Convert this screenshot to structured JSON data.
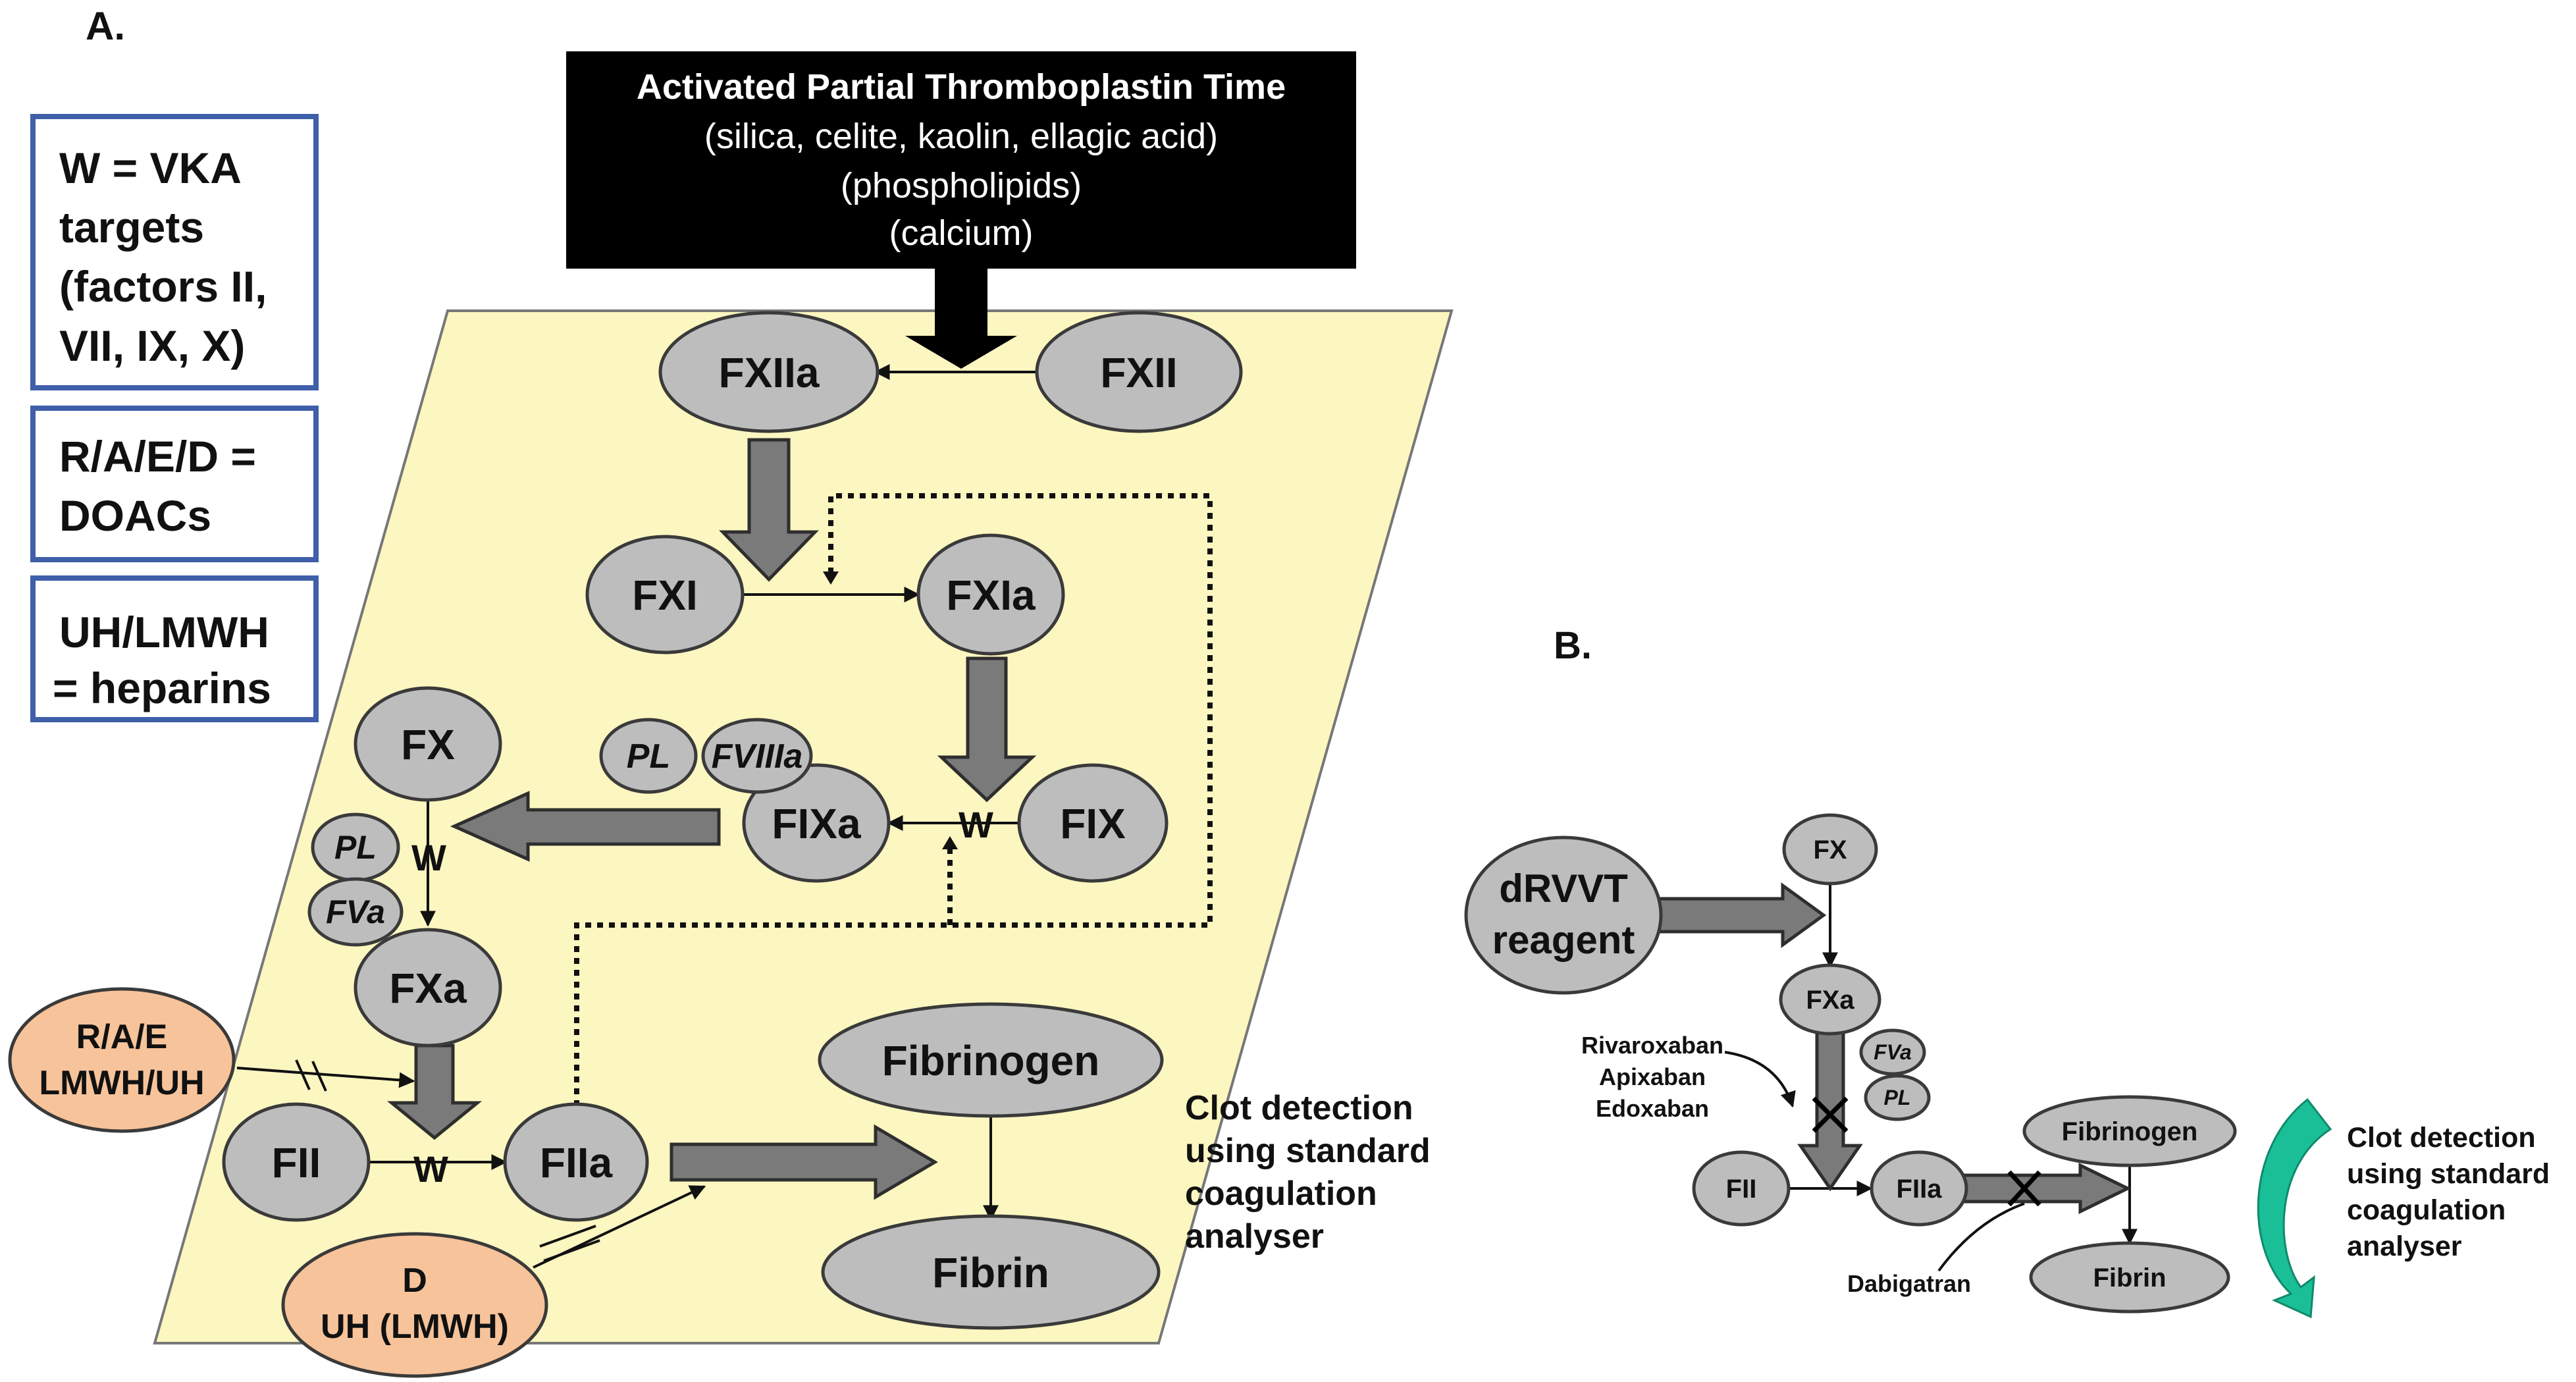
{
  "panel_a": {
    "label": "A.",
    "legend": [
      [
        "W = VKA",
        "targets",
        "(factors II,",
        "VII, IX, X)"
      ],
      [
        "R/A/E/D =",
        "DOACs"
      ],
      [
        "UH/LMWH",
        "= heparins"
      ]
    ],
    "reagent_box": {
      "title": "Activated Partial Thromboplastin Time",
      "lines": [
        "(silica, celite, kaolin, ellagic acid)",
        "(phospholipids)",
        "(calcium)"
      ]
    },
    "nodes": {
      "fxiia": "FXIIa",
      "fxii": "FXII",
      "fxi": "FXI",
      "fxia": "FXIa",
      "fx": "FX",
      "fixa": "FIXa",
      "fix": "FIX",
      "fxa": "FXa",
      "fii": "FII",
      "fiia": "FIIa",
      "fibrinogen": "Fibrinogen",
      "fibrin": "Fibrin",
      "pl1": "PL",
      "fviiia": "FVIIIa",
      "pl2": "PL",
      "fva": "FVa"
    },
    "w_marks": [
      "W",
      "W",
      "W"
    ],
    "drugs": {
      "rae": [
        "R/A/E",
        "LMWH/UH"
      ],
      "d": [
        "D",
        "UH (LMWH)"
      ]
    },
    "clot_text": [
      "Clot detection",
      "using standard",
      "coagulation",
      "analyser"
    ]
  },
  "panel_b": {
    "label": "B.",
    "reagent": [
      "dRVVT",
      "reagent"
    ],
    "nodes": {
      "fx": "FX",
      "fxa": "FXa",
      "fva": "FVa",
      "pl": "PL",
      "fii": "FII",
      "fiia": "FIIa",
      "fibrinogen": "Fibrinogen",
      "fibrin": "Fibrin"
    },
    "inhibitors": [
      "Rivaroxaban",
      "Apixaban",
      "Edoxaban"
    ],
    "dabigatran": "Dabigatran",
    "clot_text": [
      "Clot detection",
      "using standard",
      "coagulation",
      "analyser"
    ]
  },
  "colors": {
    "parallelogram": "#fcf6c0",
    "node_fill": "#bdbdbd",
    "drug_fill": "#f7c39a",
    "legend_border": "#3f5fa9",
    "clot_arrow": "#1abf97"
  }
}
